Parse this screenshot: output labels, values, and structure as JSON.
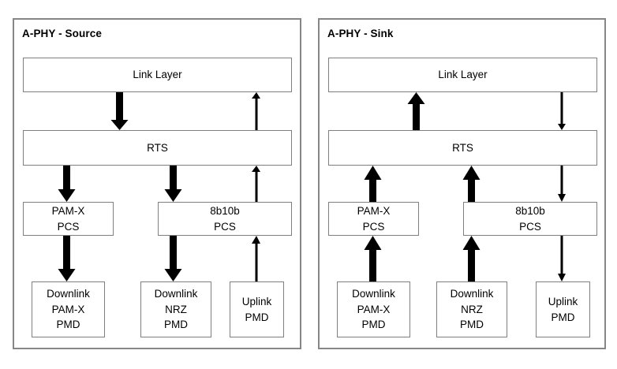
{
  "figure": {
    "type": "block-diagram",
    "title": "MIPI A-PHY Source and Sink protocol stack block diagram",
    "background_color": "#ffffff",
    "border_color": "#868686",
    "box_border_color": "#7f7f7f",
    "arrow_color": "#000000"
  },
  "panels": [
    {
      "id": "source",
      "title": "A-PHY - Source",
      "nodes": {
        "link_layer": {
          "label": "Link Layer"
        },
        "rts": {
          "label": "RTS"
        },
        "pam_x_pcs": {
          "line1": "PAM-X",
          "line2": "PCS"
        },
        "eight_b_ten_b_pcs": {
          "line1": "8b10b",
          "line2": "PCS"
        },
        "downlink_pam_x_pmd": {
          "line1": "Downlink",
          "line2": "PAM-X",
          "line3": "PMD"
        },
        "downlink_nrz_pmd": {
          "line1": "Downlink",
          "line2": "NRZ",
          "line3": "PMD"
        },
        "uplink_pmd": {
          "line1": "Uplink",
          "line2": "PMD"
        }
      },
      "connections": [
        {
          "name": "link-layer-to-rts",
          "from": "link_layer",
          "to": "rts",
          "direction": "down",
          "weight": "thick"
        },
        {
          "name": "rts-to-link-layer",
          "from": "rts",
          "to": "link_layer",
          "direction": "up",
          "weight": "thin"
        },
        {
          "name": "rts-to-pam-x-pcs",
          "from": "rts",
          "to": "pam_x_pcs",
          "direction": "down",
          "weight": "thick"
        },
        {
          "name": "rts-to-8b10b-pcs",
          "from": "rts",
          "to": "eight_b_ten_b_pcs",
          "direction": "down",
          "weight": "thick"
        },
        {
          "name": "8b10b-pcs-to-rts",
          "from": "eight_b_ten_b_pcs",
          "to": "rts",
          "direction": "up",
          "weight": "thin"
        },
        {
          "name": "pam-x-pcs-to-downlink-pam-x-pmd",
          "from": "pam_x_pcs",
          "to": "downlink_pam_x_pmd",
          "direction": "down",
          "weight": "thick"
        },
        {
          "name": "8b10b-pcs-to-downlink-nrz-pmd",
          "from": "eight_b_ten_b_pcs",
          "to": "downlink_nrz_pmd",
          "direction": "down",
          "weight": "thick"
        },
        {
          "name": "uplink-pmd-to-8b10b-pcs",
          "from": "uplink_pmd",
          "to": "eight_b_ten_b_pcs",
          "direction": "up",
          "weight": "thin"
        }
      ]
    },
    {
      "id": "sink",
      "title": "A-PHY - Sink",
      "nodes": {
        "link_layer": {
          "label": "Link Layer"
        },
        "rts": {
          "label": "RTS"
        },
        "pam_x_pcs": {
          "line1": "PAM-X",
          "line2": "PCS"
        },
        "eight_b_ten_b_pcs": {
          "line1": "8b10b",
          "line2": "PCS"
        },
        "downlink_pam_x_pmd": {
          "line1": "Downlink",
          "line2": "PAM-X",
          "line3": "PMD"
        },
        "downlink_nrz_pmd": {
          "line1": "Downlink",
          "line2": "NRZ",
          "line3": "PMD"
        },
        "uplink_pmd": {
          "line1": "Uplink",
          "line2": "PMD"
        }
      },
      "connections": [
        {
          "name": "rts-to-link-layer",
          "from": "rts",
          "to": "link_layer",
          "direction": "up",
          "weight": "thick"
        },
        {
          "name": "link-layer-to-rts",
          "from": "link_layer",
          "to": "rts",
          "direction": "down",
          "weight": "thin"
        },
        {
          "name": "pam-x-pcs-to-rts",
          "from": "pam_x_pcs",
          "to": "rts",
          "direction": "up",
          "weight": "thick"
        },
        {
          "name": "8b10b-pcs-to-rts",
          "from": "eight_b_ten_b_pcs",
          "to": "rts",
          "direction": "up",
          "weight": "thick"
        },
        {
          "name": "rts-to-8b10b-pcs",
          "from": "rts",
          "to": "eight_b_ten_b_pcs",
          "direction": "down",
          "weight": "thin"
        },
        {
          "name": "downlink-pam-x-pmd-to-pam-x-pcs",
          "from": "downlink_pam_x_pmd",
          "to": "pam_x_pcs",
          "direction": "up",
          "weight": "thick"
        },
        {
          "name": "downlink-nrz-pmd-to-8b10b-pcs",
          "from": "downlink_nrz_pmd",
          "to": "eight_b_ten_b_pcs",
          "direction": "up",
          "weight": "thick"
        },
        {
          "name": "8b10b-pcs-to-uplink-pmd",
          "from": "eight_b_ten_b_pcs",
          "to": "uplink_pmd",
          "direction": "down",
          "weight": "thin"
        }
      ]
    }
  ]
}
